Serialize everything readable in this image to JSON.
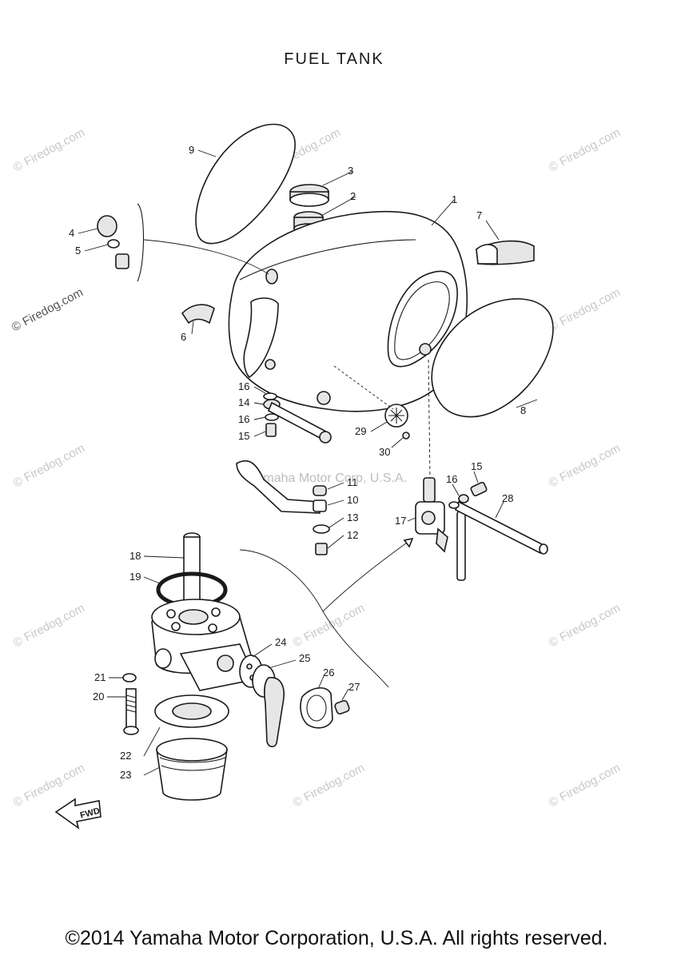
{
  "title": "FUEL TANK",
  "watermark": "© Firedog.com",
  "center_watermark": "Yamaha Motor Corp, U.S.A.",
  "fwd_label": "FWD",
  "copyright": "©2014 Yamaha Motor Corporation, U.S.A. All rights reserved.",
  "callouts": [
    "1",
    "2",
    "3",
    "4",
    "5",
    "6",
    "7",
    "8",
    "9",
    "10",
    "11",
    "12",
    "13",
    "14",
    "15",
    "15",
    "16",
    "16",
    "16",
    "17",
    "18",
    "19",
    "20",
    "21",
    "22",
    "23",
    "24",
    "25",
    "26",
    "27",
    "28",
    "29",
    "30"
  ]
}
